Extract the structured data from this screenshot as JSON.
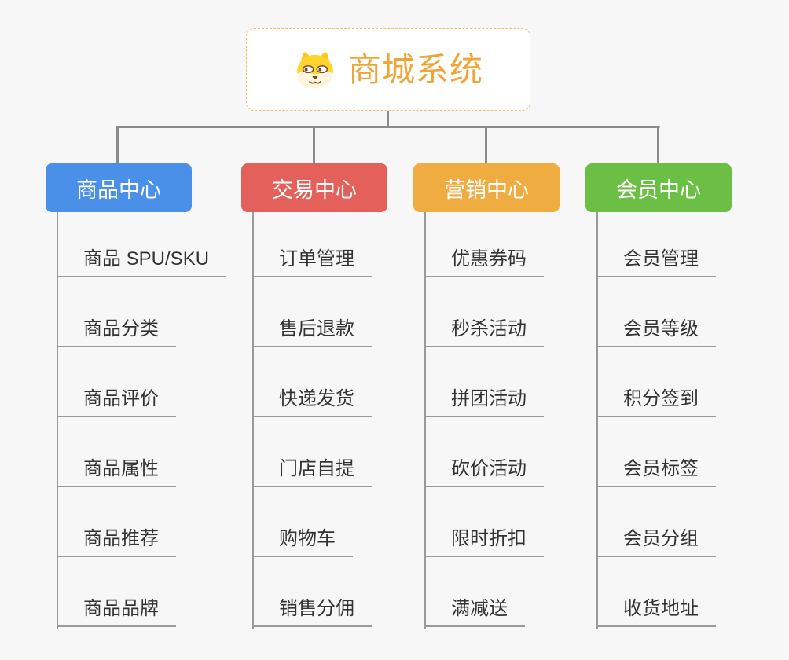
{
  "canvas": {
    "background": "#f7f7f7",
    "connector_color": "#8b8b8b",
    "underline_color": "#9a9a9a",
    "leaf_text_color": "#333333"
  },
  "root": {
    "title": "商城系统",
    "icon": "dog-face-icon",
    "title_color": "#f0a637",
    "border_color": "#f3bd62",
    "background": "#ffffff"
  },
  "branches": [
    {
      "label": "商品中心",
      "color": "#4a8fe8",
      "items": [
        "商品 SPU/SKU",
        "商品分类",
        "商品评价",
        "商品属性",
        "商品推荐",
        "商品品牌"
      ]
    },
    {
      "label": "交易中心",
      "color": "#e4605a",
      "items": [
        "订单管理",
        "售后退款",
        "快递发货",
        "门店自提",
        "购物车",
        "销售分佣"
      ]
    },
    {
      "label": "营销中心",
      "color": "#efac40",
      "items": [
        "优惠券码",
        "秒杀活动",
        "拼团活动",
        "砍价活动",
        "限时折扣",
        "满减送"
      ]
    },
    {
      "label": "会员中心",
      "color": "#6cbf45",
      "items": [
        "会员管理",
        "会员等级",
        "积分签到",
        "会员标签",
        "会员分组",
        "收货地址"
      ]
    }
  ]
}
